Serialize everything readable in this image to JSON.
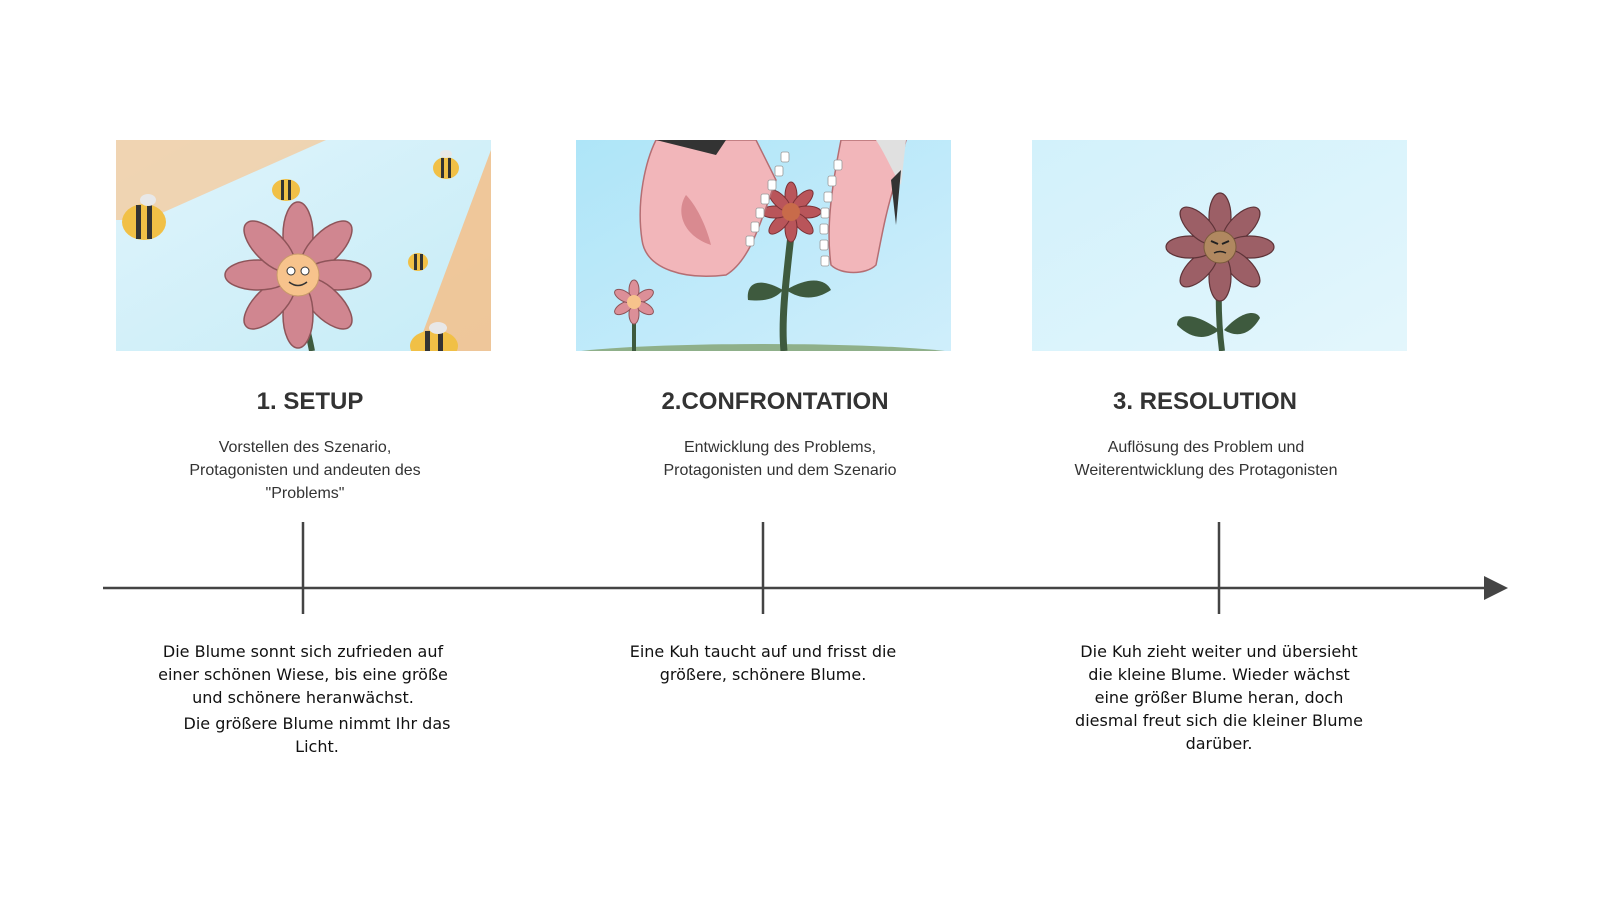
{
  "colors": {
    "line": "#444444",
    "sky": "#bfe8f8",
    "petal": "#c9777f",
    "petal_dark": "#8e5459",
    "stem": "#3e5a3e",
    "bee_yellow": "#f1c046"
  },
  "stages": [
    {
      "heading": "1. SETUP",
      "subtitle_lines": [
        "Vorstellen des Szenario,",
        "Protagonisten und andeuten des",
        "\"Problems\""
      ],
      "description_lines": [
        "Die Blume sonnt sich zufrieden auf",
        "einer schönen Wiese, bis eine größe",
        "und schönere heranwächst.",
        "Die größere Blume nimmt Ihr das",
        "Licht."
      ]
    },
    {
      "heading": "2.CONFRONTATION",
      "subtitle_lines": [
        "Entwicklung des Problems,",
        "Protagonisten und dem Szenario"
      ],
      "description_lines": [
        "Eine Kuh taucht auf und frisst die",
        "größere, schönere Blume."
      ]
    },
    {
      "heading": "3. RESOLUTION",
      "subtitle_lines": [
        "Auflösung des Problem und",
        "Weiterentwicklung des Protagonisten"
      ],
      "description_lines": [
        "Die Kuh zieht weiter und übersieht",
        "die kleine Blume. Wieder wächst",
        "eine größer Blume heran, doch",
        "diesmal freut sich die kleiner Blume",
        "darüber."
      ]
    }
  ],
  "icons": {
    "panel1": "happy-flower-with-bees-icon",
    "panel2": "cow-eating-flower-icon",
    "panel3": "grumpy-flower-icon"
  }
}
